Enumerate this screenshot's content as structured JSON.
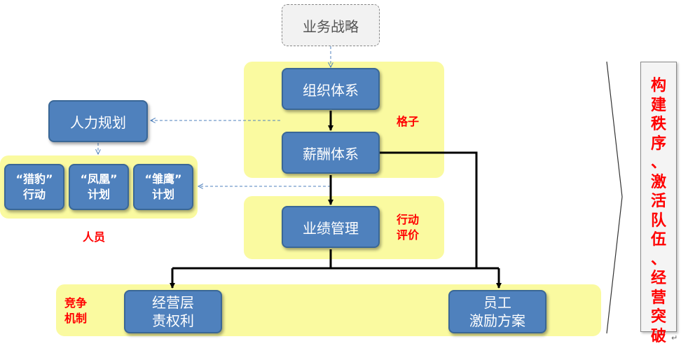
{
  "diagram": {
    "strategy": "业务战略",
    "org": "组织体系",
    "salary": "薪酬体系",
    "performance": "业绩管理",
    "hr_planning": "人力规划",
    "programs": [
      {
        "label": "“猎豹”\n行动"
      },
      {
        "label": "“凤凰”\n计划"
      },
      {
        "label": "“雏鹰”\n计划"
      }
    ],
    "bottom_left": "经营层\n责权利",
    "bottom_right": "员工\n激励方案",
    "labels": {
      "gezi": "格子",
      "action_eval": "行动\n评价",
      "people": "人员",
      "competition": "竞争\n机制"
    },
    "side_text": "构\n建\n秩\n序\n、\n激\n活\n队\n伍\n、\n经\n营\n突\n破",
    "end_mark": "↵"
  },
  "colors": {
    "box_fill": "#4f81bd",
    "highlight": "#fafaa0",
    "label_red": "#ff0000"
  }
}
